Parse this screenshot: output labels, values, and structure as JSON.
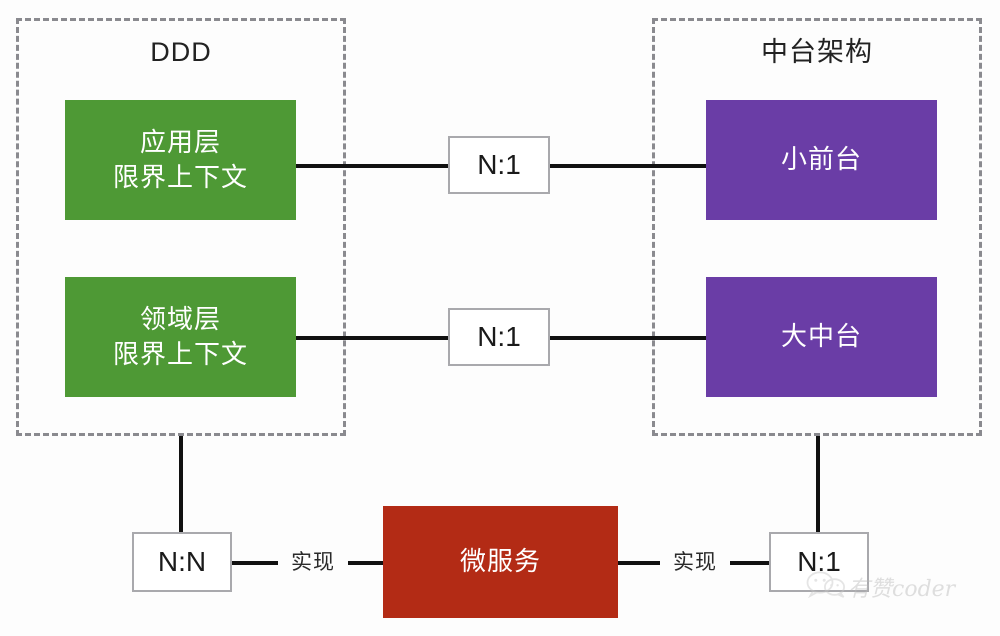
{
  "diagram": {
    "title_left": "DDD",
    "title_right": "中台架构",
    "colors": {
      "green": "#4E9935",
      "purple": "#6A3DA6",
      "red": "#B32B15",
      "dashed_border": "#8a8a8f",
      "card_border": "#a9a9ad",
      "line": "#111111",
      "background": "#fdfdfd"
    }
  },
  "groups": [
    {
      "name": "ddd-group",
      "label": "DDD"
    },
    {
      "name": "zhongtai-group",
      "label": "中台架构"
    }
  ],
  "boxes": {
    "application_layer": {
      "line1": "应用层",
      "line2": "限界上下文"
    },
    "domain_layer": {
      "line1": "领域层",
      "line2": "限界上下文"
    },
    "small_front": {
      "line1": "小前台"
    },
    "big_middle": {
      "line1": "大中台"
    },
    "microservice": {
      "line1": "微服务"
    }
  },
  "cardinality": {
    "app_to_front": "N:1",
    "domain_to_middle": "N:1",
    "ddd_to_microservice": "N:N",
    "zhongtai_to_microservice": "N:1"
  },
  "edge_labels": {
    "left_realize": "实现",
    "right_realize": "实现"
  },
  "watermark": {
    "text": "有赞coder",
    "icon": "wechat-icon"
  }
}
